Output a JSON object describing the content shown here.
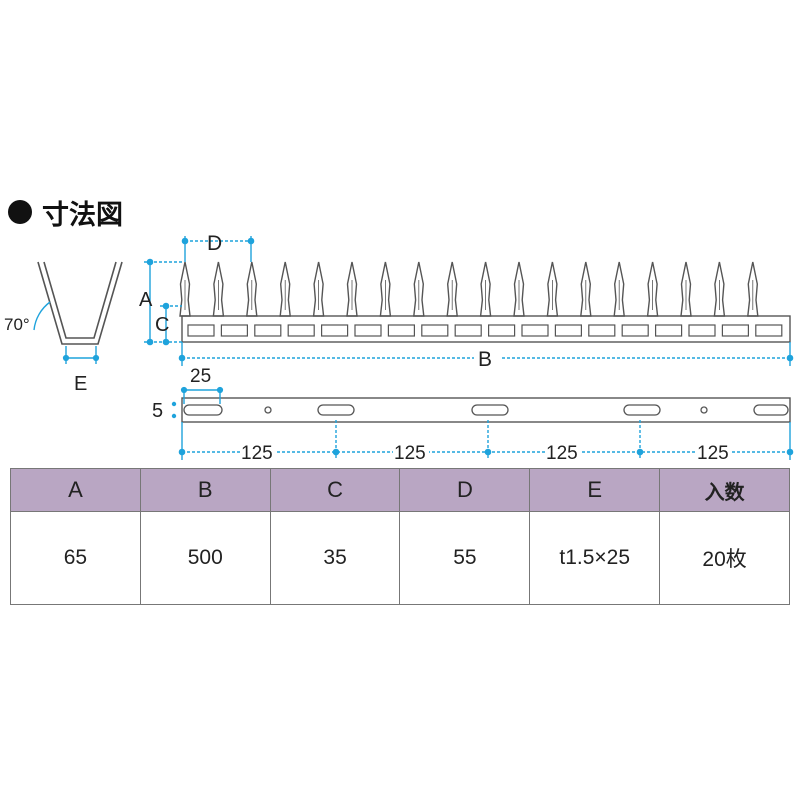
{
  "section": {
    "title": "寸法図"
  },
  "colors": {
    "dimension": "#1fa3dc",
    "header_bg": "#b9a6c3",
    "line": "#444444"
  },
  "diagram": {
    "angle_label": "70°",
    "label_A": "A",
    "label_B": "B",
    "label_C": "C",
    "label_D": "D",
    "label_E": "E",
    "label_slot": "25",
    "label_thickness": "5",
    "pitch_labels": [
      "125",
      "125",
      "125",
      "125"
    ]
  },
  "table": {
    "headers": [
      "A",
      "B",
      "C",
      "D",
      "E",
      "入数"
    ],
    "values": [
      "65",
      "500",
      "35",
      "55",
      "t1.5×25",
      "20枚"
    ]
  }
}
